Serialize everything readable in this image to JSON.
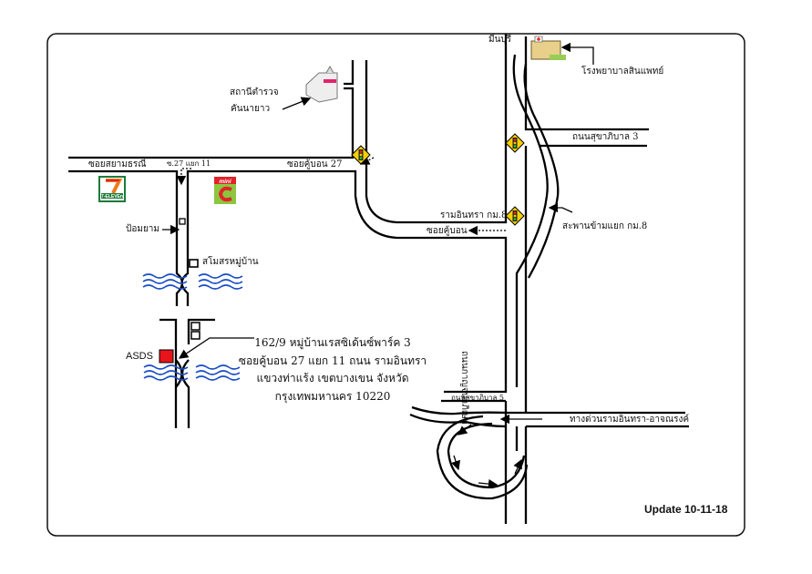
{
  "map": {
    "labels": {
      "police_station_1": "สถานีตำรวจ",
      "police_station_2": "คันนายาว",
      "soi_siam": "ซอยสยามธรณี",
      "soi_27_11": "ซ.27 แยก 11",
      "soi_khubon_27": "ซอยคู้บอน 27",
      "guard_post": "ป้อมยาม",
      "club": "สโมสรหมู่บ้าน",
      "ramintra_km8": "รามอินทรา กม.8",
      "soi_khubon": "ซอยคู้บอน",
      "minburi": "มีนบุรี",
      "hospital": "โรงพยาบาลสินแพทย์",
      "sukhaphiban3": "ถนนสุขาภิบาล 3",
      "flyover": "สะพานข้ามแยก กม.8",
      "kanchanaphisek": "ถนนกาญจนาภิเษก",
      "sukhaphiban5": "ถนนสุขาภิบาล 5",
      "expressway": "ทางด่วนรามอินทรา-อาจณรงค์",
      "destination": "ASDS"
    },
    "address": [
      "162/9 หมู่บ้านเรสซิเด้นซ์พาร์ค 3",
      "ซอยคู้บอน 27 แยก 11 ถนน รามอินทรา",
      "แขวงท่าแร้ง เขตบางเขน จังหวัด",
      "กรุงเทพมหานคร 10220"
    ],
    "landmarks": {
      "seven_eleven": "7-ELEVEn",
      "mini_c": "mini"
    },
    "update": "Update 10-11-18",
    "colors": {
      "destination": "#e8141b",
      "water": "#1b4fc4",
      "seven_green": "#1e7a3a",
      "seven_orange": "#f07a1a",
      "mini_c_green": "#8cc63f",
      "mini_c_red": "#e0242b",
      "traffic_sign": "#f5d000"
    }
  }
}
